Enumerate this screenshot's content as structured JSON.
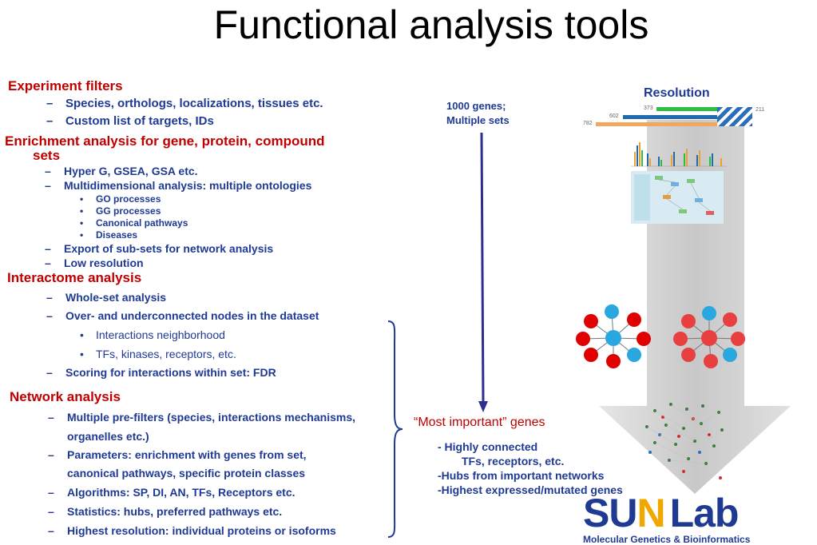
{
  "title": "Functional analysis tools",
  "sections": {
    "experiment_filters": {
      "heading": "Experiment filters",
      "items": [
        "Species, orthologs, localizations, tissues etc.",
        "Custom list of targets, IDs"
      ]
    },
    "enrichment": {
      "heading_line1": "Enrichment analysis for gene, protein, compound",
      "heading_line2": "sets",
      "items": [
        "Hyper G, GSEA, GSA etc.",
        "Multidimensional analysis: multiple ontologies"
      ],
      "subitems": [
        "GO processes",
        "GG processes",
        "Canonical pathways",
        "Diseases"
      ],
      "items2": [
        "Export of sub-sets for network analysis",
        "Low resolution"
      ]
    },
    "interactome": {
      "heading": "Interactome analysis",
      "items": [
        "Whole-set analysis",
        "Over- and underconnected nodes in the dataset"
      ],
      "subitems": [
        "Interactions neighborhood",
        "TFs, kinases, receptors, etc."
      ],
      "items2": [
        "Scoring for interactions within set: FDR"
      ]
    },
    "network": {
      "heading": "Network analysis",
      "items": [
        "Multiple pre-filters (species, interactions mechanisms,",
        "organelles etc.)",
        "Parameters: enrichment with genes from set,",
        "canonical pathways, specific protein classes",
        "Algorithms: SP, DI, AN, TFs, Receptors etc.",
        "Statistics: hubs, preferred pathways etc.",
        "Highest resolution: individual proteins or isoforms"
      ]
    }
  },
  "dash": "–",
  "bullet_small": "•",
  "bullet_large": "•",
  "genes_note": {
    "line1": "1000 genes;",
    "line2": "Multiple sets"
  },
  "resolution_label": "Resolution",
  "most_important": "“Most important” genes",
  "important_list": [
    "- Highly connected",
    "TFs, receptors, etc.",
    "-Hubs from important networks",
    "-Highest expressed/mutated genes"
  ],
  "bar_labels": [
    "373",
    "602",
    "782",
    "211"
  ],
  "logo": {
    "part1": "SU",
    "part2": "N",
    "part3": "Lab",
    "tagline": "Molecular Genetics & Bioinformatics"
  },
  "colors": {
    "red": "#c00000",
    "blue": "#1f3a93",
    "arrow": "#2b2f8f",
    "node_red": "#e00000",
    "node_blue": "#29a8e0"
  }
}
